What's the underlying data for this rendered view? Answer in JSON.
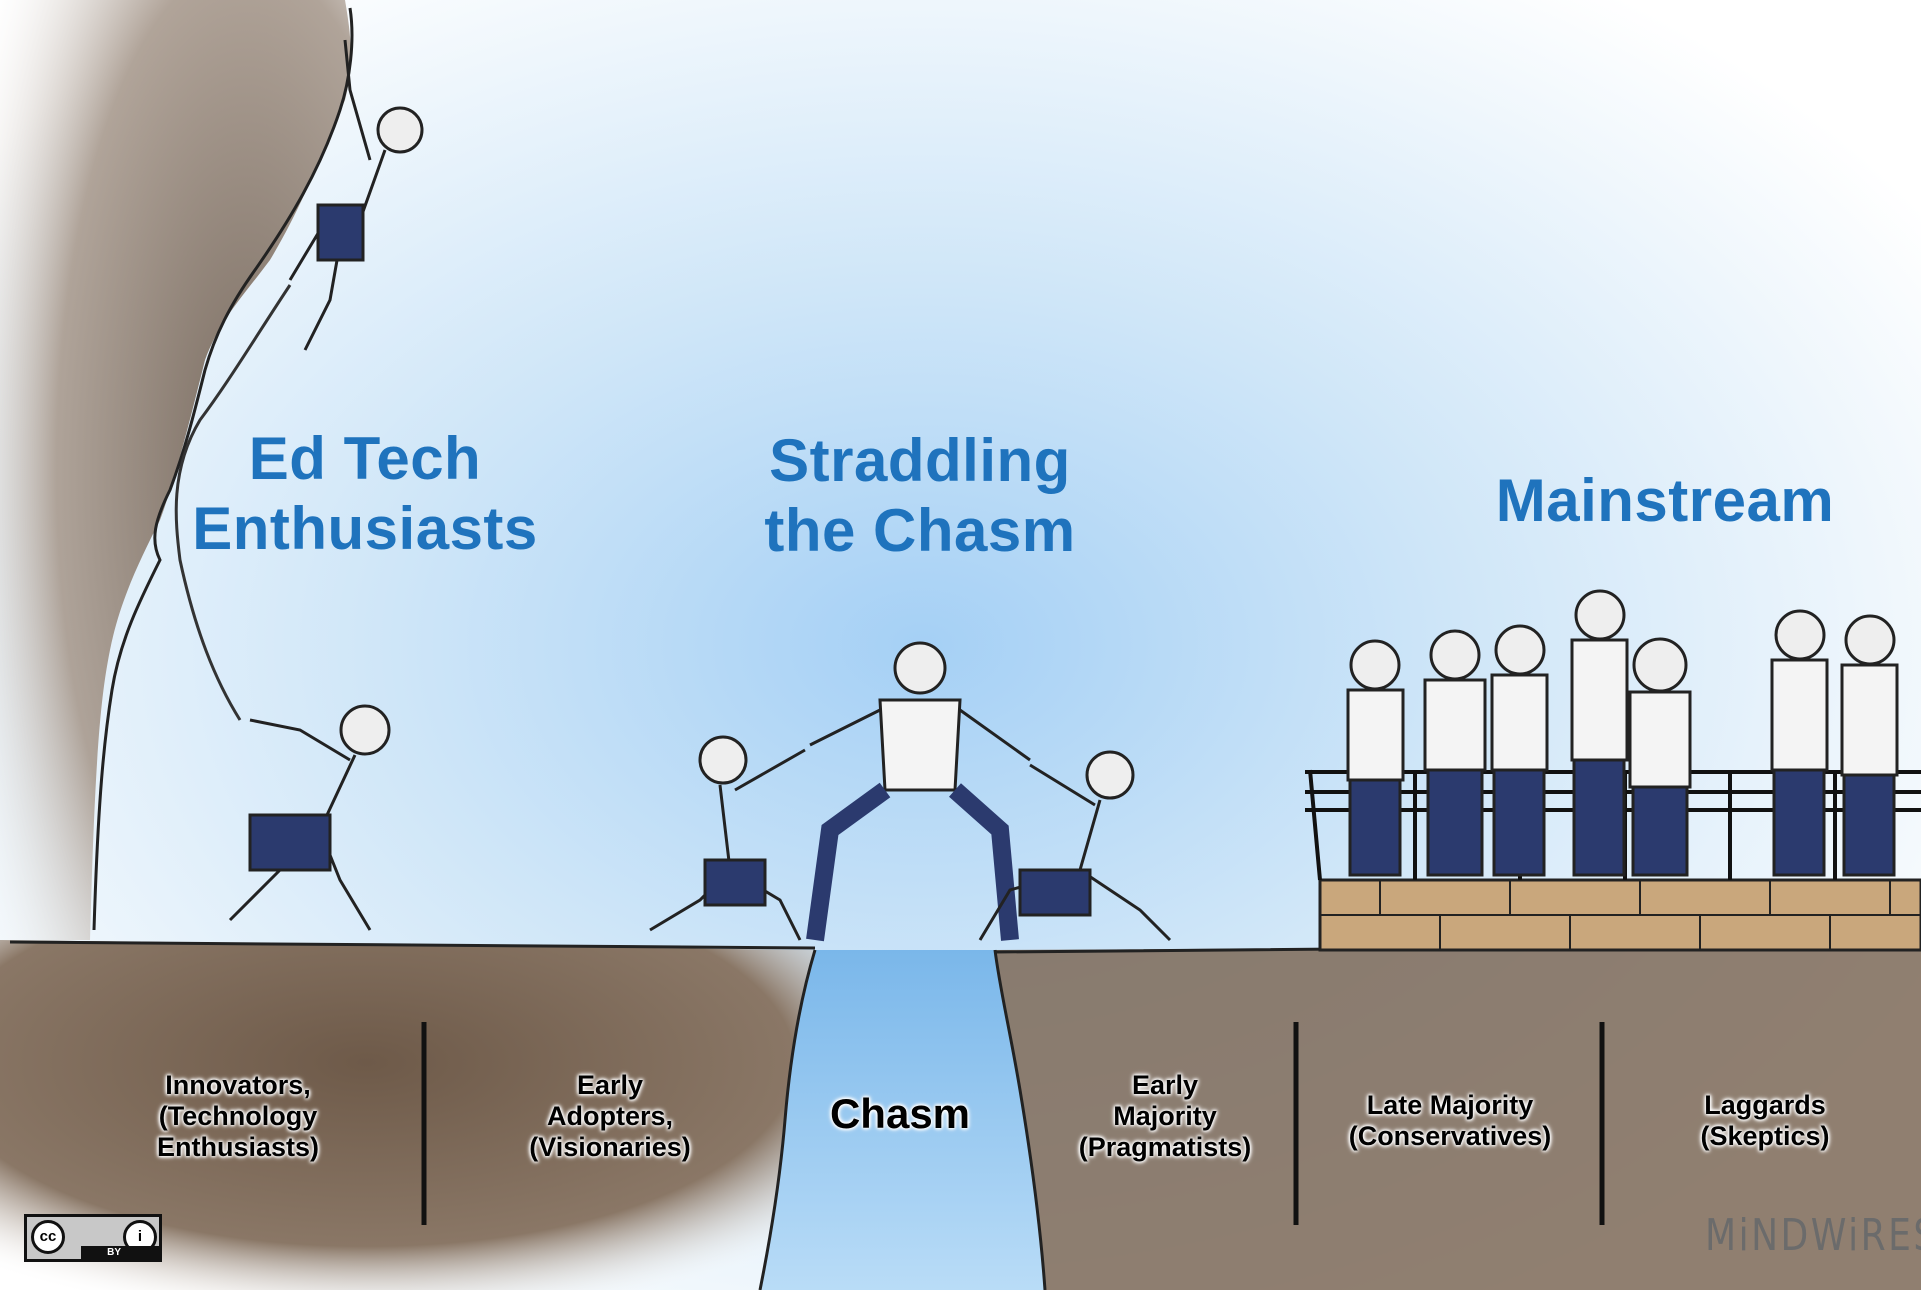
{
  "titles": {
    "left": "Ed Tech\nEnthusiasts",
    "center": "Straddling\nthe Chasm",
    "right": "Mainstream"
  },
  "segments": [
    {
      "label": "Innovators,\n(Technology\nEnthusiasts)"
    },
    {
      "label": "Early\nAdopters,\n(Visionaries)"
    },
    {
      "label": "Chasm"
    },
    {
      "label": "Early\nMajority\n(Pragmatists)"
    },
    {
      "label": "Late Majority\n(Conservatives)"
    },
    {
      "label": "Laggards\n(Skeptics)"
    }
  ],
  "license_badge": {
    "by": "BY"
  },
  "logo": {
    "text": "MiNDWiRES"
  },
  "colors": {
    "title_blue": "#1f73bd",
    "sky_blue": "#a9d3f5",
    "earth_brown": "#7a6452",
    "brick_tan": "#c9a77c",
    "pants_navy": "#2b3a6e"
  }
}
